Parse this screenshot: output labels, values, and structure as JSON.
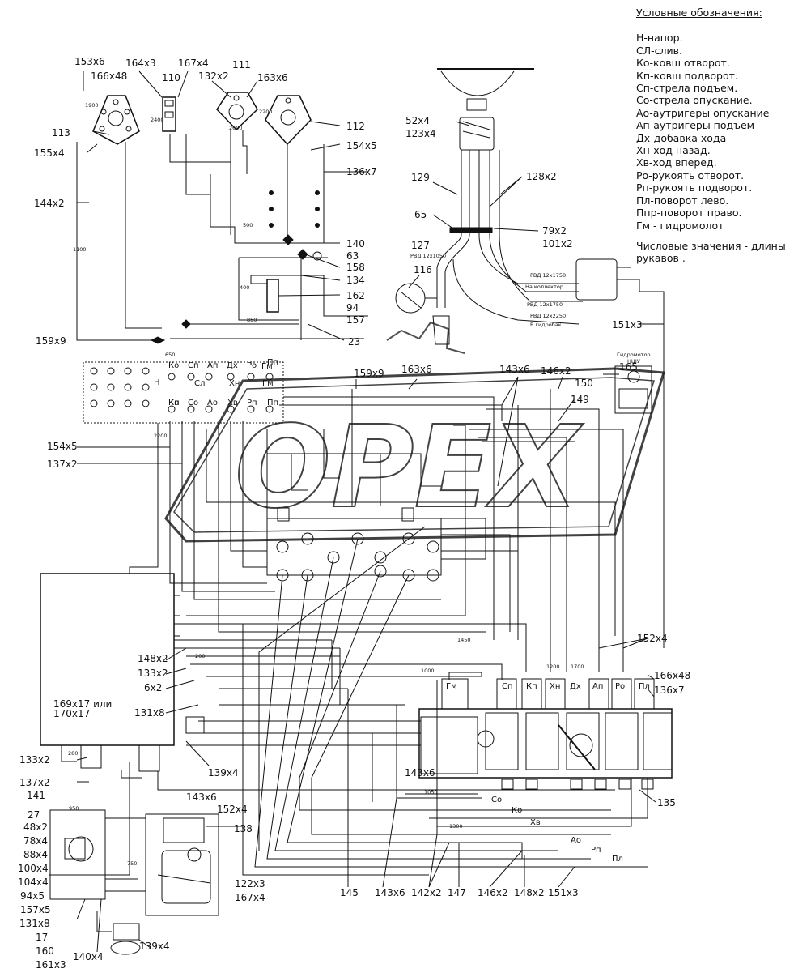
{
  "legend": {
    "title": "Условные обозначения:",
    "items": [
      "Н-напор.",
      "СЛ-слив.",
      "Ко-ковш отворот.",
      "Кп-ковш подворот.",
      "Сп-стрела подъем.",
      "Со-стрела опускание.",
      "Ао-аутригеры опускание",
      "Ап-аутригеры подъем",
      "Дх-добавка хода",
      "Хн-ход назад.",
      "Хв-ход вперед.",
      "Ро-рукоять отворот.",
      "Рп-рукоять подворот.",
      "Пл-поворот лево.",
      "Ппр-поворот право.",
      "Гм - гидромолот"
    ],
    "note": "Числовые значения - длины рукавов ."
  },
  "callouts": [
    {
      "id": "c1",
      "text": "153x6"
    },
    {
      "id": "c2",
      "text": "166x48"
    },
    {
      "id": "c3",
      "text": "164x3"
    },
    {
      "id": "c4",
      "text": "167x4"
    },
    {
      "id": "c5",
      "text": "110"
    },
    {
      "id": "c6",
      "text": "132x2"
    },
    {
      "id": "c7",
      "text": "111"
    },
    {
      "id": "c8",
      "text": "163x6"
    },
    {
      "id": "c9",
      "text": "113"
    },
    {
      "id": "c10",
      "text": "155x4"
    },
    {
      "id": "c11",
      "text": "112"
    },
    {
      "id": "c12",
      "text": "154x5"
    },
    {
      "id": "c13",
      "text": "136x7"
    },
    {
      "id": "c14",
      "text": "144x2"
    },
    {
      "id": "c15",
      "text": "140"
    },
    {
      "id": "c16",
      "text": "63"
    },
    {
      "id": "c17",
      "text": "158"
    },
    {
      "id": "c18",
      "text": "134"
    },
    {
      "id": "c19",
      "text": "162"
    },
    {
      "id": "c20",
      "text": "94"
    },
    {
      "id": "c21",
      "text": "157"
    },
    {
      "id": "c22",
      "text": "23"
    },
    {
      "id": "c23",
      "text": "159x9"
    },
    {
      "id": "c24",
      "text": "52x4"
    },
    {
      "id": "c25",
      "text": "123x4"
    },
    {
      "id": "c26",
      "text": "129"
    },
    {
      "id": "c27",
      "text": "128x2"
    },
    {
      "id": "c28",
      "text": "65"
    },
    {
      "id": "c29",
      "text": "79x2"
    },
    {
      "id": "c30",
      "text": "101x2"
    },
    {
      "id": "c31",
      "text": "127"
    },
    {
      "id": "c32",
      "text": "116"
    },
    {
      "id": "c33",
      "text": "151x3"
    },
    {
      "id": "c34",
      "text": "159x9"
    },
    {
      "id": "c35",
      "text": "163x6"
    },
    {
      "id": "c36",
      "text": "143x6"
    },
    {
      "id": "c37",
      "text": "146x2"
    },
    {
      "id": "c38",
      "text": "165"
    },
    {
      "id": "c39",
      "text": "150"
    },
    {
      "id": "c40",
      "text": "149"
    },
    {
      "id": "c41",
      "text": "154x5"
    },
    {
      "id": "c42",
      "text": "137x2"
    },
    {
      "id": "c43",
      "text": "152x4"
    },
    {
      "id": "c44",
      "text": "148x2"
    },
    {
      "id": "c45",
      "text": "133x2"
    },
    {
      "id": "c46",
      "text": "6x2"
    },
    {
      "id": "c47",
      "text": "131x8"
    },
    {
      "id": "c48",
      "text": "166x48"
    },
    {
      "id": "c49",
      "text": "136x7"
    },
    {
      "id": "c50",
      "text": "169x17 или"
    },
    {
      "id": "c51",
      "text": "170x17"
    },
    {
      "id": "c52",
      "text": "139x4"
    },
    {
      "id": "c53",
      "text": "143x6"
    },
    {
      "id": "c54",
      "text": "133x2"
    },
    {
      "id": "c55",
      "text": "137x2"
    },
    {
      "id": "c56",
      "text": "141"
    },
    {
      "id": "c57",
      "text": "27"
    },
    {
      "id": "c58",
      "text": "48x2"
    },
    {
      "id": "c59",
      "text": "78x4"
    },
    {
      "id": "c60",
      "text": "88x4"
    },
    {
      "id": "c61",
      "text": "100x4"
    },
    {
      "id": "c62",
      "text": "104x4"
    },
    {
      "id": "c63",
      "text": "94x5"
    },
    {
      "id": "c64",
      "text": "157x5"
    },
    {
      "id": "c65",
      "text": "131x8"
    },
    {
      "id": "c66",
      "text": "17"
    },
    {
      "id": "c67",
      "text": "160"
    },
    {
      "id": "c68",
      "text": "161x3"
    },
    {
      "id": "c69",
      "text": "140x4"
    },
    {
      "id": "c70",
      "text": "139x4"
    },
    {
      "id": "c71",
      "text": "143x6"
    },
    {
      "id": "c72",
      "text": "152x4"
    },
    {
      "id": "c73",
      "text": "138"
    },
    {
      "id": "c74",
      "text": "122x3"
    },
    {
      "id": "c75",
      "text": "167x4"
    },
    {
      "id": "c76",
      "text": "145"
    },
    {
      "id": "c77",
      "text": "143x6"
    },
    {
      "id": "c78",
      "text": "142x2"
    },
    {
      "id": "c79",
      "text": "147"
    },
    {
      "id": "c80",
      "text": "146x2"
    },
    {
      "id": "c81",
      "text": "148x2"
    },
    {
      "id": "c82",
      "text": "151x3"
    },
    {
      "id": "c83",
      "text": "135"
    }
  ],
  "hose_labels": [
    {
      "id": "h1",
      "text": "РВД 12х1050"
    },
    {
      "id": "h2",
      "text": "РВД 12х1750"
    },
    {
      "id": "h3",
      "text": "На коллектор"
    },
    {
      "id": "h4",
      "text": "РВД 12х1750"
    },
    {
      "id": "h5",
      "text": "РВД 12х2250"
    },
    {
      "id": "h6",
      "text": "В гидробак"
    },
    {
      "id": "h7",
      "text": "Гидромотор"
    },
    {
      "id": "h8",
      "text": "НШУ"
    }
  ],
  "port_labels": [
    {
      "id": "p1",
      "text": "Ко"
    },
    {
      "id": "p2",
      "text": "Кп"
    },
    {
      "id": "p3",
      "text": "Сп"
    },
    {
      "id": "p4",
      "text": "Сл"
    },
    {
      "id": "p5",
      "text": "Ап"
    },
    {
      "id": "p6",
      "text": "Н"
    },
    {
      "id": "p7",
      "text": "Дх"
    },
    {
      "id": "p8",
      "text": "Хн"
    },
    {
      "id": "p9",
      "text": "Гм"
    },
    {
      "id": "p10",
      "text": "Пп"
    },
    {
      "id": "p11",
      "text": "Ро"
    },
    {
      "id": "p12",
      "text": "Ко"
    },
    {
      "id": "p13",
      "text": "Со"
    },
    {
      "id": "p14",
      "text": "Ао"
    },
    {
      "id": "p15",
      "text": "Хв"
    },
    {
      "id": "p16",
      "text": "Рп"
    },
    {
      "id": "p17",
      "text": "Пп"
    },
    {
      "id": "p18",
      "text": "Гм"
    },
    {
      "id": "p19",
      "text": "Сп"
    },
    {
      "id": "p20",
      "text": "Кп"
    },
    {
      "id": "p21",
      "text": "Хн"
    },
    {
      "id": "p22",
      "text": "Ап"
    },
    {
      "id": "p23",
      "text": "Ро"
    },
    {
      "id": "p24",
      "text": "Пл"
    },
    {
      "id": "p25",
      "text": "Со"
    },
    {
      "id": "p26",
      "text": "Ко"
    },
    {
      "id": "p27",
      "text": "Хв"
    },
    {
      "id": "p28",
      "text": "Ао"
    },
    {
      "id": "p29",
      "text": "Рп"
    },
    {
      "id": "p30",
      "text": "Пл"
    },
    {
      "id": "p31",
      "text": "Дх"
    },
    {
      "id": "p32",
      "text": "Гм"
    }
  ],
  "length_labels": [
    {
      "id": "l1",
      "text": "1900"
    },
    {
      "id": "l2",
      "text": "2600"
    },
    {
      "id": "l3",
      "text": "2200"
    },
    {
      "id": "l4",
      "text": "500"
    },
    {
      "id": "l5",
      "text": "850"
    },
    {
      "id": "l6",
      "text": "1100"
    },
    {
      "id": "l7",
      "text": "400"
    },
    {
      "id": "l8",
      "text": "650"
    },
    {
      "id": "l9",
      "text": "2200"
    },
    {
      "id": "l10",
      "text": "1000"
    },
    {
      "id": "l11",
      "text": "1200"
    },
    {
      "id": "l12",
      "text": "1450"
    },
    {
      "id": "l13",
      "text": "1700"
    },
    {
      "id": "l14",
      "text": "1300"
    },
    {
      "id": "l15",
      "text": "950"
    },
    {
      "id": "l16",
      "text": "750"
    },
    {
      "id": "l17",
      "text": "200"
    },
    {
      "id": "l18",
      "text": "280"
    },
    {
      "id": "l19",
      "text": "1050"
    },
    {
      "id": "l20",
      "text": "2400"
    }
  ],
  "watermark": "OPEX"
}
